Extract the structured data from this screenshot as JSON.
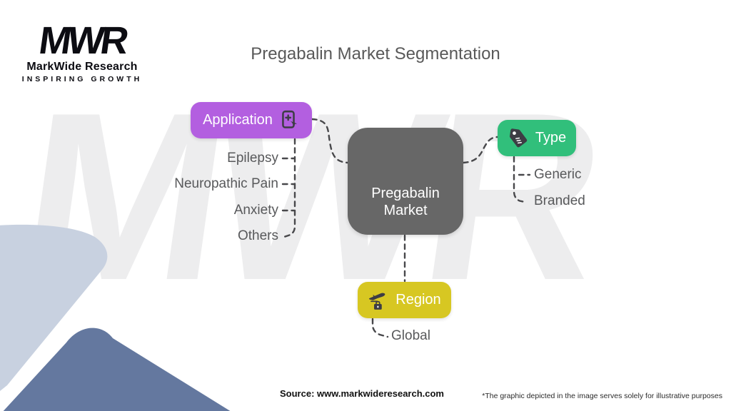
{
  "brand": {
    "logo_text": "MWR",
    "name": "MarkWide Research",
    "tagline": "INSPIRING GROWTH"
  },
  "title": "Pregabalin Market Segmentation",
  "watermark": "MWR",
  "center_node": {
    "label": "Pregabalin Market",
    "color": "#676767"
  },
  "branches": {
    "application": {
      "label": "Application",
      "color": "#b35fe0",
      "icon": "mobile-health-icon",
      "items": [
        "Epilepsy",
        "Neuropathic Pain",
        "Anxiety",
        "Others"
      ]
    },
    "type": {
      "label": "Type",
      "color": "#31bf7b",
      "icon": "price-tag-icon",
      "items": [
        "Generic",
        "Branded"
      ]
    },
    "region": {
      "label": "Region",
      "color": "#d7c722",
      "icon": "airplane-travel-icon",
      "items": [
        "Global"
      ]
    }
  },
  "footer": {
    "source": "Source: www.markwideresearch.com",
    "disclaimer": "*The graphic depicted in the image serves solely for illustrative purposes"
  },
  "colors": {
    "connector": "#48484b",
    "leaf_text": "#58595b",
    "title_text": "#595959",
    "decor_light": "#c8d1e0",
    "decor_dark": "#64789f",
    "watermark": "#ededee"
  }
}
